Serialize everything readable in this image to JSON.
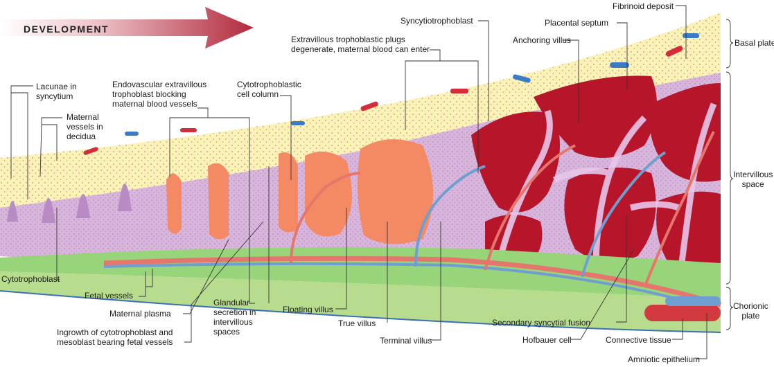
{
  "banner": {
    "text": "DEVELOPMENT",
    "gradient": [
      "#ffffff",
      "#e9b6bd",
      "#b22b3d"
    ]
  },
  "colors": {
    "decidua": "#fbf3b6",
    "villous": "#d8b6dc",
    "syncytium_edge": "#b277b9",
    "maternal_blood": "#b7162a",
    "maternal_plasma": "#f48a63",
    "mesoderm": "#98d47a",
    "fetal_artery": "#e5766d",
    "fetal_vein": "#6f9fd0",
    "chorionic": "#b8dc8e"
  },
  "labels": {
    "lacunae": "Lacunae in\nsyncytium",
    "maternal_vessels": "Maternal\nvessels in\ndecidua",
    "cytotrophoblast": "Cytotrophoblast",
    "fetal_vessels": "Fetal vessels",
    "maternal_plasma": "Maternal plasma",
    "ingrowth": "Ingrowth of cytotrophoblast and\nmesoblast bearing fetal vessels",
    "endovascular": "Endovascular extravillous\ntrophoblast blocking\nmaternal blood vessels",
    "cell_column": "Cytotrophoblastic\ncell column",
    "glandular": "Glandular\nsecretion in\nintervillous\nspaces",
    "plugs": "Extravillous trophoblastic plugs\ndegenerate, maternal blood can enter",
    "floating": "Floating villus",
    "true_villus": "True villus",
    "terminal": "Terminal villus",
    "syncytiotrophoblast": "Syncytiotrophoblast",
    "anchoring": "Anchoring villus",
    "septum": "Placental septum",
    "fibrinoid": "Fibrinoid deposit",
    "secondary_fusion": "Secondary syncytial fusion",
    "hofbauer": "Hofbauer cell",
    "connective": "Connective tissue",
    "amniotic": "Amniotic epithelium",
    "basal_plate": "Basal plate",
    "intervillous": "Intervillous\nspace",
    "chorionic_plate": "Chorionic\nplate"
  }
}
